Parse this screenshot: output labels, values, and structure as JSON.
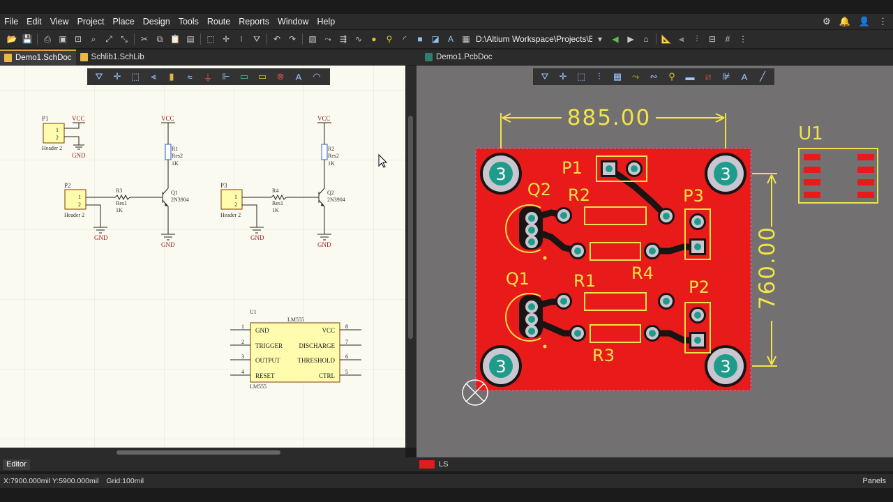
{
  "menu": [
    "File",
    "Edit",
    "View",
    "Project",
    "Place",
    "Design",
    "Tools",
    "Route",
    "Reports",
    "Window",
    "Help"
  ],
  "toolbar": {
    "path": "D:\\Altium Workspace\\Projects\\Bar"
  },
  "tabs_left": [
    {
      "label": "Demo1.SchDoc"
    },
    {
      "label": "Schlib1.SchLib"
    }
  ],
  "tabs_right": [
    {
      "label": "Demo1.PcbDoc"
    }
  ],
  "schematic": {
    "p1": {
      "des": "P1",
      "comment": "Header 2",
      "pins": [
        "1",
        "2"
      ]
    },
    "p2": {
      "des": "P2",
      "comment": "Header 2",
      "pins": [
        "1",
        "2"
      ]
    },
    "p3": {
      "des": "P3",
      "comment": "Header 2",
      "pins": [
        "1",
        "2"
      ]
    },
    "r1": {
      "des": "R1",
      "type": "Res2",
      "value": "1K"
    },
    "r2": {
      "des": "R2",
      "type": "Res2",
      "value": "1K"
    },
    "r3": {
      "des": "R3",
      "type": "Res1",
      "value": "1K"
    },
    "r4": {
      "des": "R4",
      "type": "Res1",
      "value": "1K"
    },
    "q1": {
      "des": "Q1",
      "part": "2N3904"
    },
    "q2": {
      "des": "Q2",
      "part": "2N3904"
    },
    "power": {
      "vcc": "VCC",
      "gnd": "GND"
    },
    "u1": {
      "des": "U1",
      "part": "LM555",
      "footer": "LM555",
      "left_pins": [
        {
          "num": "1",
          "name": "GND"
        },
        {
          "num": "2",
          "name": "TRIGGER"
        },
        {
          "num": "3",
          "name": "OUTPUT"
        },
        {
          "num": "4",
          "name": "RESET"
        }
      ],
      "right_pins": [
        {
          "num": "8",
          "name": "VCC"
        },
        {
          "num": "7",
          "name": "DISCHARGE"
        },
        {
          "num": "6",
          "name": "THRESHOLD"
        },
        {
          "num": "5",
          "name": "CTRL"
        }
      ]
    }
  },
  "pcb": {
    "dim_width": "885.00",
    "dim_height": "760.00",
    "hole_label": "3",
    "designators": {
      "p1": "P1",
      "p2": "P2",
      "p3": "P3",
      "q1": "Q1",
      "q2": "Q2",
      "r1": "R1",
      "r2": "R2",
      "r3": "R3",
      "r4": "R4",
      "u1": "U1"
    },
    "colors": {
      "board": "#e81a1a",
      "overlay": "#f2e34a",
      "pad": "#c9c6cf",
      "via_center": "#1f9b8c"
    }
  },
  "editor_tab": "Editor",
  "layer_label": "LS",
  "status": {
    "coords": "X:7900.000mil Y:5900.000mil",
    "grid": "Grid:100mil"
  },
  "panels": "Panels"
}
